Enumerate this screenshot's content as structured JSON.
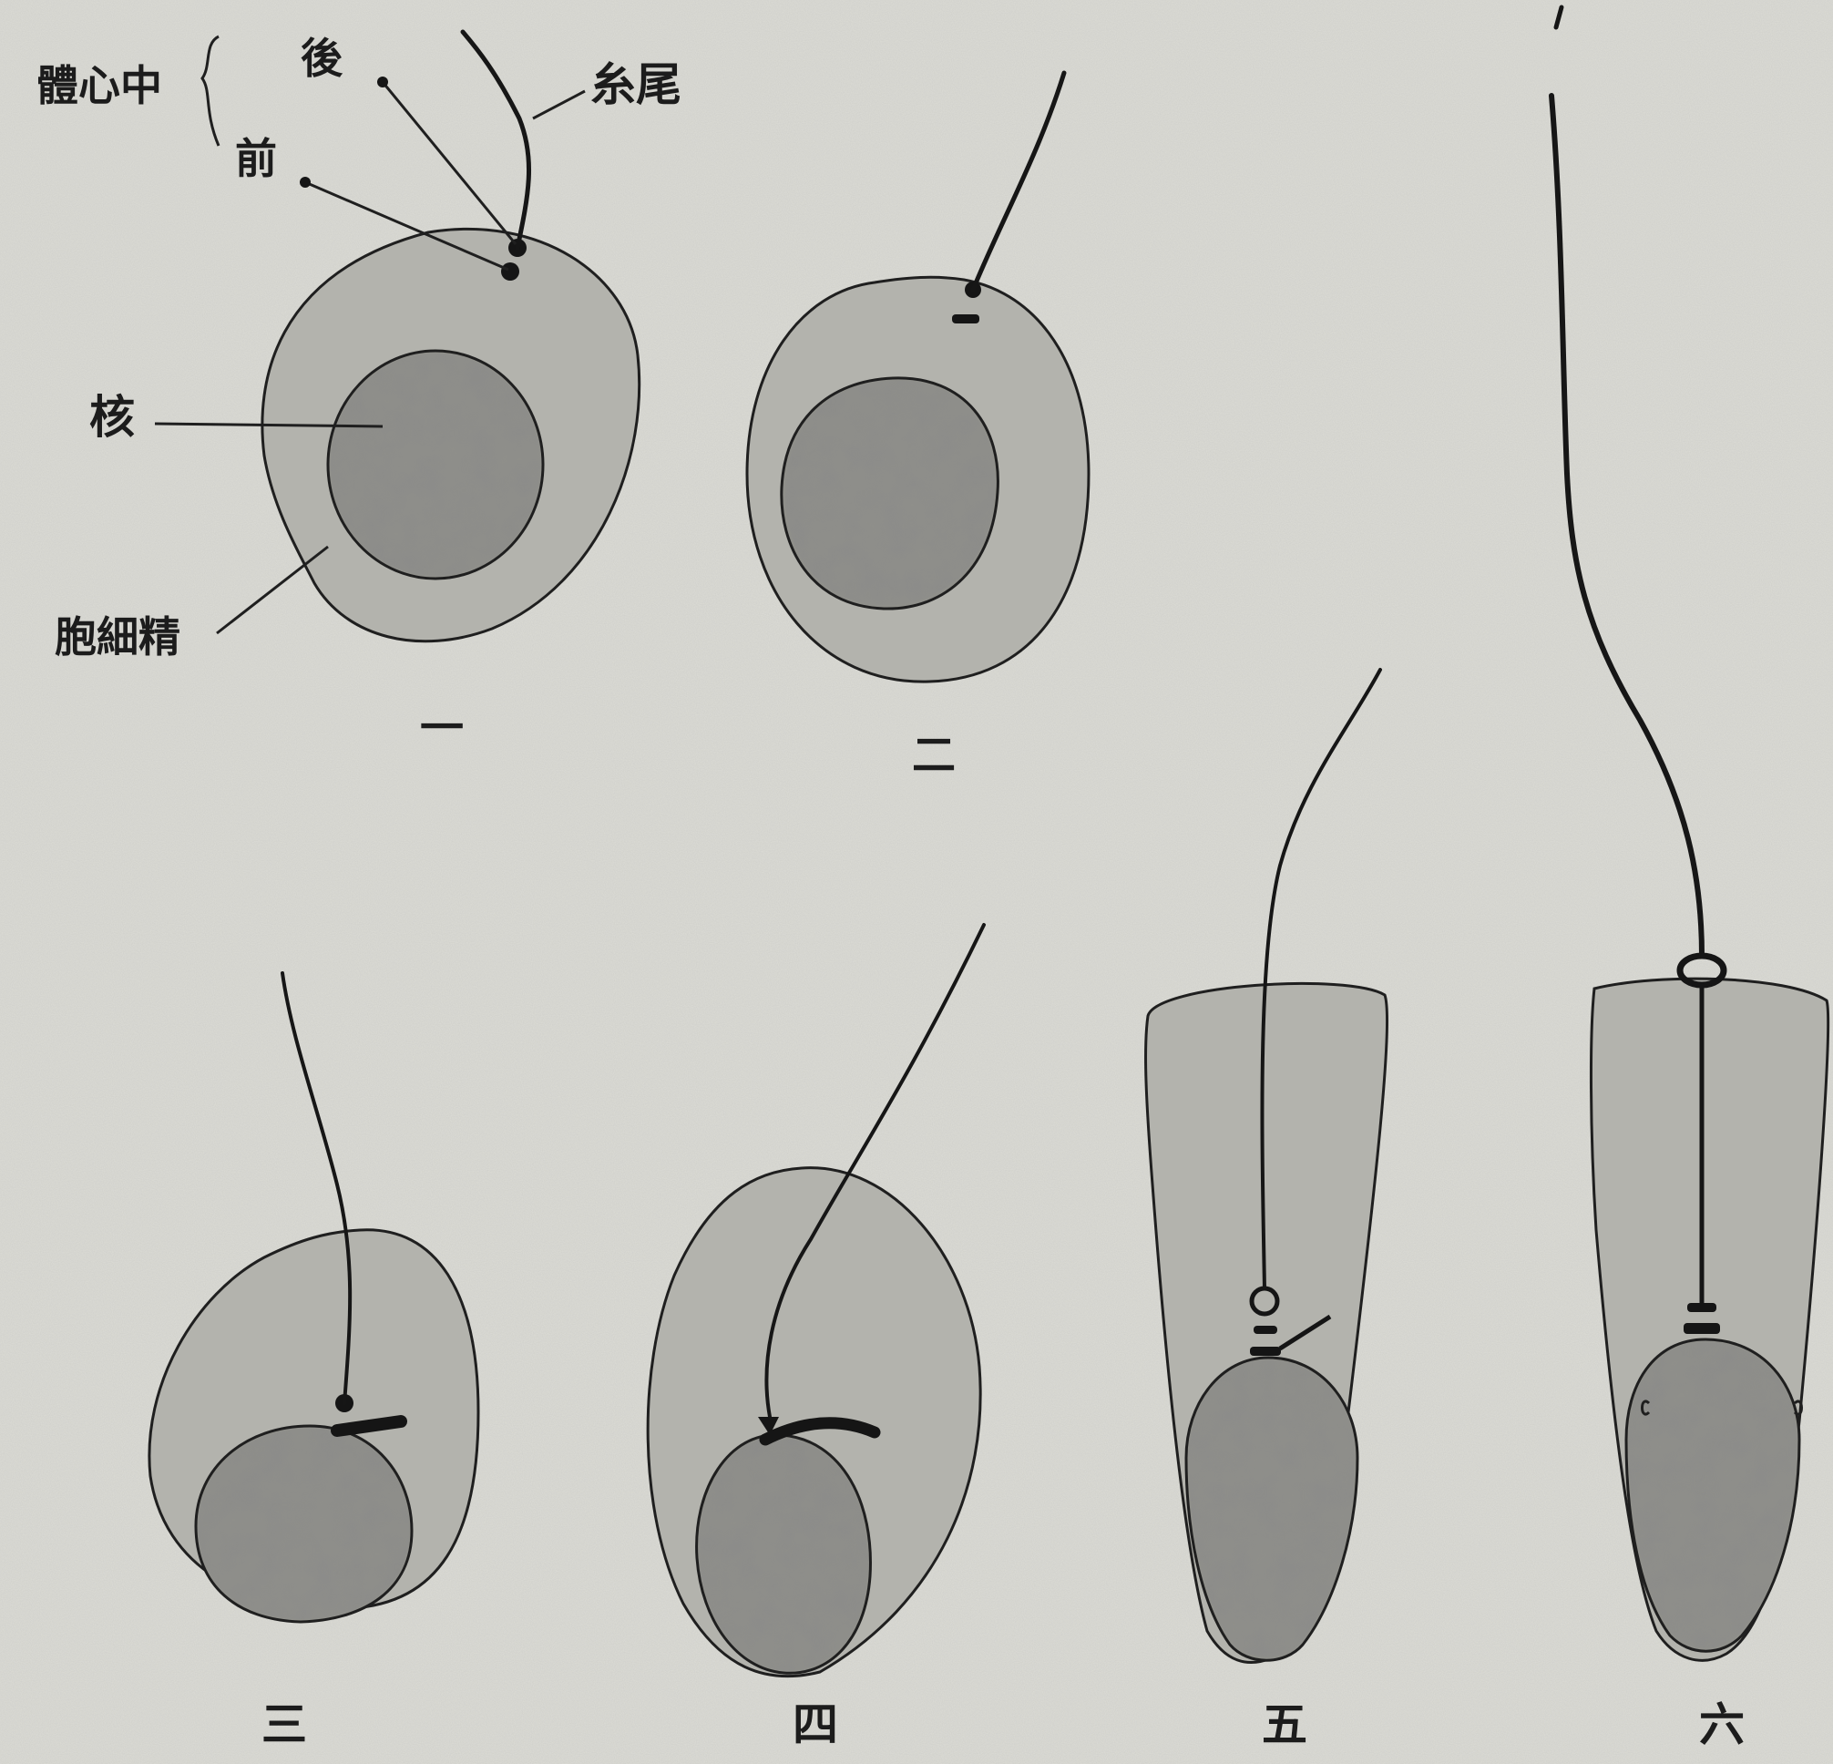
{
  "labels": {
    "midpiece_group": "體心中",
    "posterior": "後",
    "anterior": "前",
    "tail": "糸尾",
    "nucleus": "核",
    "spermatid": "胞細精"
  },
  "stages": [
    "一",
    "二",
    "三",
    "四",
    "五",
    "六"
  ],
  "colors": {
    "background": "#dcdcd6",
    "cytoplasm": "#b3b3ad",
    "nucleus": "#8f8f8a",
    "ink": "#1a1a1a"
  }
}
